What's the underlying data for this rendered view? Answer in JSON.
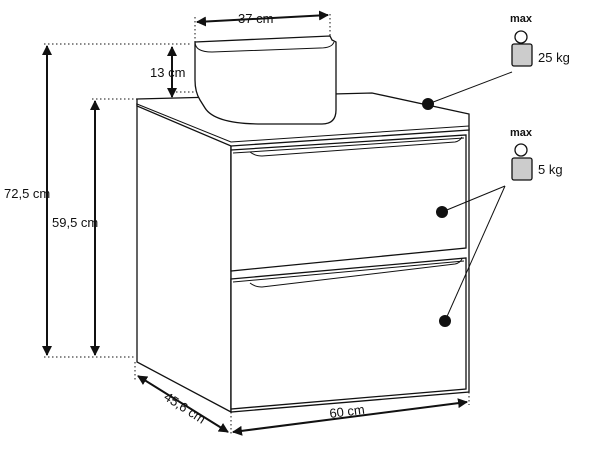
{
  "dimensions": {
    "top_width": "37 cm",
    "basin_height": "13 cm",
    "total_height": "72,5 cm",
    "cabinet_height": "59,5 cm",
    "depth": "45,6 cm",
    "width": "60 cm"
  },
  "load_limits": {
    "countertop": {
      "label": "max",
      "value": "25 kg"
    },
    "drawers": {
      "label": "max",
      "value": "5 kg"
    }
  },
  "icons": {
    "weight": "weight-icon",
    "arrow": "dimension-arrow-icon"
  }
}
